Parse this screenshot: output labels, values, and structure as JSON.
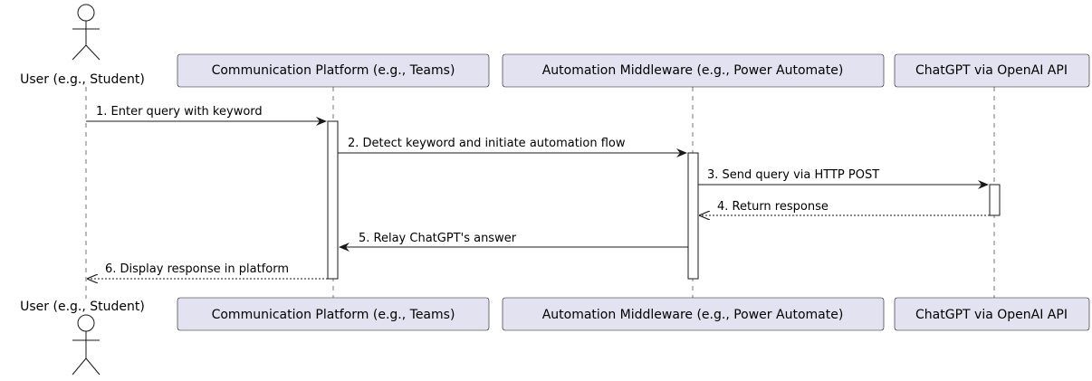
{
  "participants": [
    {
      "id": "user",
      "label": "User (e.g., Student)",
      "kind": "actor"
    },
    {
      "id": "platform",
      "label": "Communication Platform (e.g., Teams)",
      "kind": "box"
    },
    {
      "id": "middleware",
      "label": "Automation Middleware (e.g., Power Automate)",
      "kind": "box"
    },
    {
      "id": "chatgpt",
      "label": "ChatGPT via OpenAI API",
      "kind": "box"
    }
  ],
  "messages": [
    {
      "from": "user",
      "to": "platform",
      "label": "1. Enter query with keyword",
      "style": "solid"
    },
    {
      "from": "platform",
      "to": "middleware",
      "label": "2. Detect keyword and initiate automation flow",
      "style": "solid"
    },
    {
      "from": "middleware",
      "to": "chatgpt",
      "label": "3. Send query via HTTP POST",
      "style": "solid"
    },
    {
      "from": "chatgpt",
      "to": "middleware",
      "label": "4. Return response",
      "style": "dashed"
    },
    {
      "from": "middleware",
      "to": "platform",
      "label": "5. Relay ChatGPT's answer",
      "style": "solid"
    },
    {
      "from": "platform",
      "to": "user",
      "label": "6. Display response in platform",
      "style": "dashed"
    }
  ]
}
